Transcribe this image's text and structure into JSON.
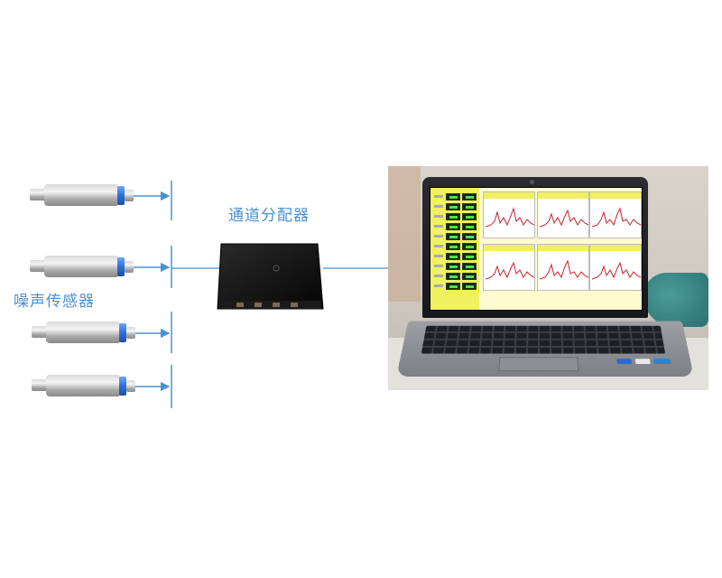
{
  "labels": {
    "distributor": "通道分配器",
    "sensor": "噪声传感器"
  },
  "colors": {
    "label_text": "#4a90d2",
    "connector_line": "#4a90d2",
    "sensor_metal": "#9a9a9a",
    "sensor_band": "#2f6fd6",
    "distributor_box": "#111111"
  },
  "icons": {
    "sensor": "cylindrical-sensor-icon",
    "distributor": "black-box-distributor-icon",
    "computer": "laptop-photo"
  }
}
